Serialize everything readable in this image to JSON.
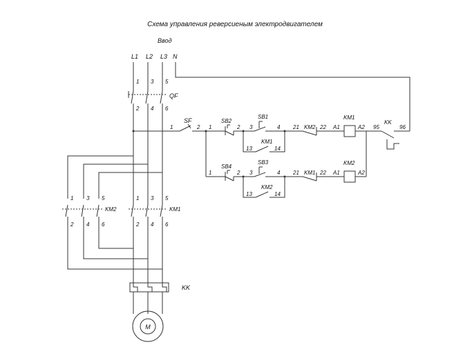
{
  "title": "Схема управления реверсиеным электродвигателем",
  "input_label": "Ввод",
  "phases": [
    "L1",
    "L2",
    "L3",
    "N"
  ],
  "terminals": {
    "t1": "1",
    "t2": "2",
    "t3": "3",
    "t4": "4",
    "t5": "5",
    "t6": "6",
    "t13": "13",
    "t14": "14",
    "t21": "21",
    "t22": "22",
    "a1": "A1",
    "a2": "A2",
    "t95": "95",
    "t96": "96"
  },
  "devices": {
    "qf": "QF",
    "sf": "SF",
    "sb1": "SB1",
    "sb2": "SB2",
    "sb3": "SB3",
    "sb4": "SB4",
    "km1": "KM1",
    "km2": "KM2",
    "kk": "KK",
    "motor": "M"
  },
  "colors": {
    "wire": "#333333",
    "text": "#111111"
  }
}
